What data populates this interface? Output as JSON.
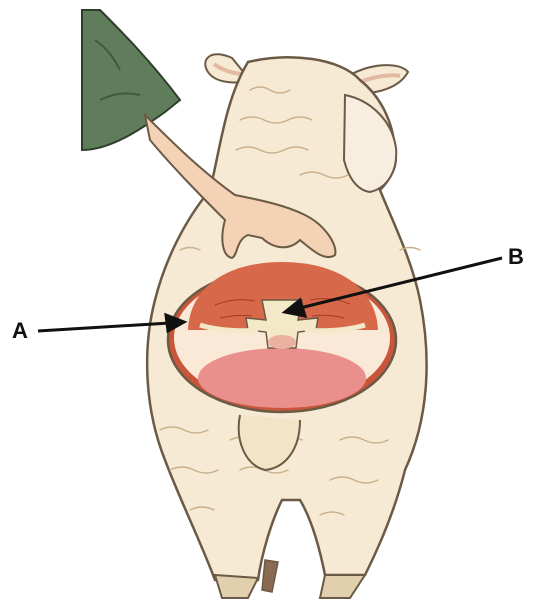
{
  "labels": {
    "a": "A",
    "b": "B"
  },
  "colors": {
    "wool": "#f6ead4",
    "wool_shadow": "#e2cfae",
    "wool_line": "#c9b08a",
    "outline": "#6b5a45",
    "sleeve": "#5f7d5a",
    "skin": "#f3d2b5",
    "muscle": "#c9553a",
    "fat": "#fbe9d8",
    "bone": "#f3e8c8",
    "cavity": "#e98f8c",
    "arrow": "#111111"
  },
  "icons": {
    "sheep": "sheep-illustration",
    "hand": "hand-illustration",
    "cross_section": "loin-cross-section"
  }
}
